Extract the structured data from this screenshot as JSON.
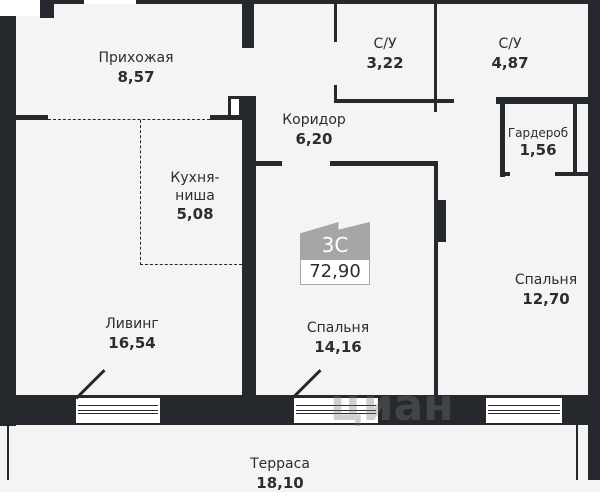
{
  "rooms": {
    "hallway": {
      "name": "Прихожая",
      "area": "8,57"
    },
    "bath1": {
      "name": "С/У",
      "area": "3,22"
    },
    "bath2": {
      "name": "С/У",
      "area": "4,87"
    },
    "corridor": {
      "name": "Коридор",
      "area": "6,20"
    },
    "wardrobe": {
      "name": "Гардероб",
      "area": "1,56"
    },
    "kitchen": {
      "name": "Кухня-\nниша",
      "name_line1": "Кухня-",
      "name_line2": "ниша",
      "area": "5,08"
    },
    "living": {
      "name": "Ливинг",
      "area": "16,54"
    },
    "bedroom1": {
      "name": "Спальня",
      "area": "14,16"
    },
    "bedroom2": {
      "name": "Спальня",
      "area": "12,70"
    },
    "terrace": {
      "name": "Терраса",
      "area": "18,10"
    }
  },
  "badge": {
    "type": "3С",
    "total_area": "72,90"
  },
  "watermark": "циан",
  "colors": {
    "wall": "#25282c",
    "floor": "#f4f4f4",
    "badge": "#a6a6a6"
  }
}
